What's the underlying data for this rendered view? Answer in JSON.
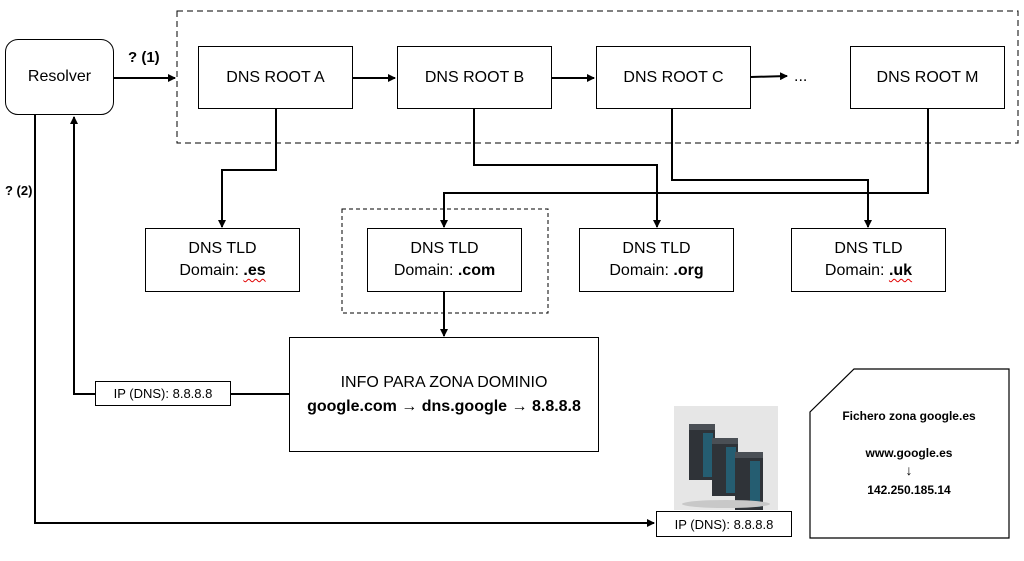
{
  "resolver": {
    "label": "Resolver"
  },
  "query_labels": {
    "q1": "? (1)",
    "q2": "? (2)"
  },
  "roots": [
    {
      "label": "DNS ROOT A"
    },
    {
      "label": "DNS ROOT B"
    },
    {
      "label": "DNS ROOT C"
    },
    {
      "label": "DNS ROOT M"
    }
  ],
  "roots_ellipsis": "...",
  "tlds": [
    {
      "title": "DNS TLD",
      "prefix": "Domain: ",
      "domain": ".es"
    },
    {
      "title": "DNS TLD",
      "prefix": "Domain: ",
      "domain": ".com"
    },
    {
      "title": "DNS TLD",
      "prefix": "Domain: ",
      "domain": ".org"
    },
    {
      "title": "DNS TLD",
      "prefix": "Domain: ",
      "domain": ".uk"
    }
  ],
  "info_zone": {
    "title": "INFO PARA ZONA DOMINIO",
    "chain": "google.com → dns.google → 8.8.8.8"
  },
  "ip_labels": {
    "upper": "IP (DNS): 8.8.8.8",
    "lower": "IP (DNS): 8.8.8.8"
  },
  "zone_file": {
    "title": "Fichero zona google.es",
    "host": "www.google.es",
    "arrow": "↓",
    "ip": "142.250.185.14"
  },
  "icons": {
    "servers": "server-rack-icon"
  }
}
